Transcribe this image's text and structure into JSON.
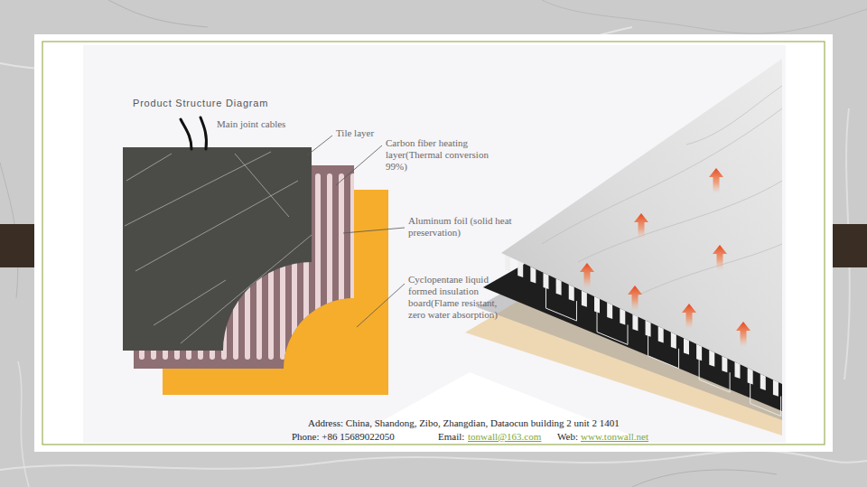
{
  "diagram": {
    "title": "Product Structure Diagram",
    "labels": [
      "Main joint cables",
      "Tile layer",
      "Carbon fiber heating layer(Thermal conversion 99%)",
      "Aluminum foil (solid heat preservation)",
      "Cyclopentane liquid formed insulation board(Flame resistant, zero water absorption)",
      "Address: China, Shandong, Zibo, Zhangdian, Dataocun building 2 unit 2 1401",
      "Phone: +86 15689022050",
      "Email:",
      "tonwall@163.com",
      "Web:",
      "www.tonwall.net"
    ]
  }
}
